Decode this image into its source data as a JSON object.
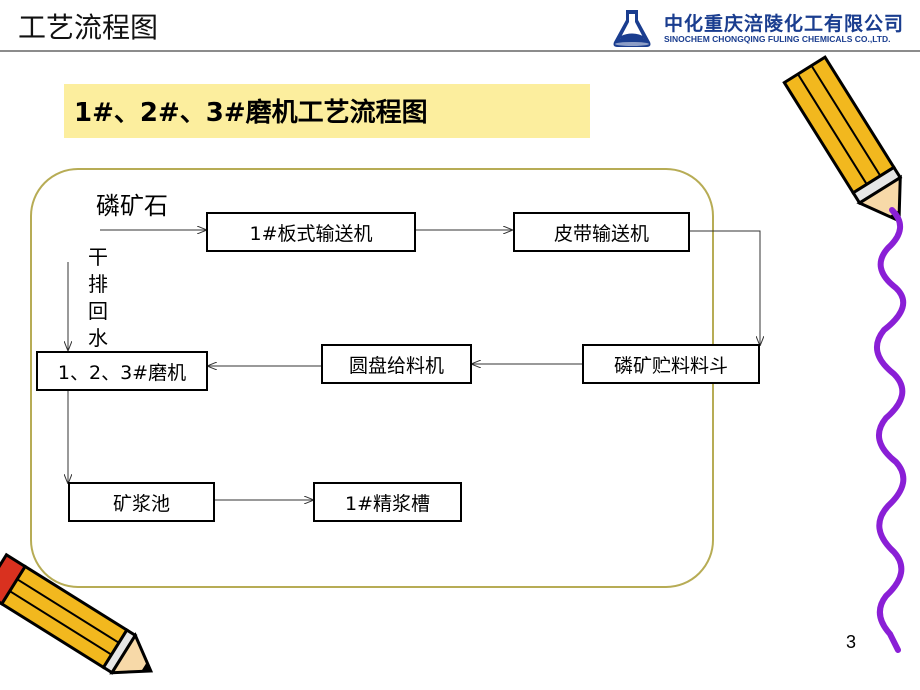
{
  "header": {
    "title": "工艺流程图",
    "logo_name_cn": "中化重庆涪陵化工有限公司",
    "logo_name_en": "SINOCHEM CHONGQING FULING CHEMICALS CO.,LTD."
  },
  "subtitle": "1#、2#、3#磨机工艺流程图",
  "diagram": {
    "source_label": "磷矿石",
    "side_label": [
      "干",
      "排",
      "回",
      "水"
    ],
    "nodes": {
      "plate_conveyor": "1#板式输送机",
      "belt_conveyor": "皮带输送机",
      "hopper": "磷矿贮料料斗",
      "disc_feeder": "圆盘给料机",
      "mills": "1、2、3#磨机",
      "slurry_tank": "矿浆池",
      "fine_slurry_tank": "1#精浆槽"
    },
    "edges": [
      [
        "source_label",
        "plate_conveyor"
      ],
      [
        "plate_conveyor",
        "belt_conveyor"
      ],
      [
        "belt_conveyor",
        "hopper"
      ],
      [
        "hopper",
        "disc_feeder"
      ],
      [
        "disc_feeder",
        "mills"
      ],
      [
        "side_label",
        "mills"
      ],
      [
        "mills",
        "slurry_tank"
      ],
      [
        "slurry_tank",
        "fine_slurry_tank"
      ]
    ]
  },
  "page_number": "3",
  "colors": {
    "subtitle_bg": "#fcee9e",
    "frame_border": "#b7ac55",
    "logo_blue": "#1a3d8f",
    "pencil_yellow": "#f2b81e",
    "pencil_red": "#d9311f",
    "squiggle_purple": "#8a1fd6"
  },
  "decorations": [
    "pencil-icon",
    "pencil-icon",
    "squiggle-line"
  ]
}
